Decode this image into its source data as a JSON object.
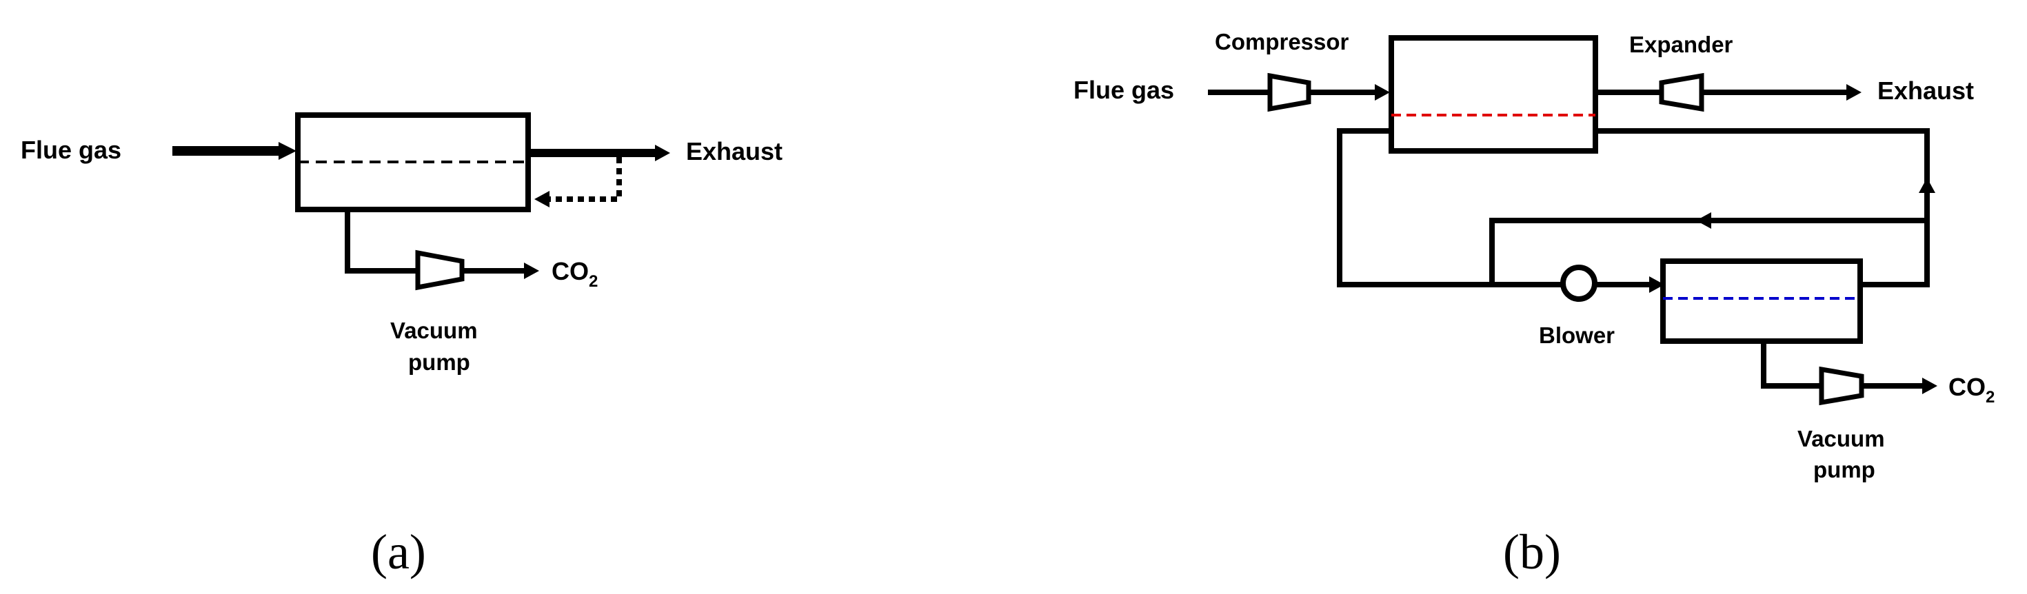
{
  "panels": [
    {
      "label": "(a)",
      "inputs": {
        "feed": "Flue gas"
      },
      "outputs": {
        "retentate": "Exhaust",
        "permeate": "CO",
        "permeate_sub": "2"
      },
      "equipment": {
        "pump": "Vacuum",
        "pump_line2": "pump"
      }
    },
    {
      "label": "(b)",
      "inputs": {
        "feed": "Flue gas"
      },
      "outputs": {
        "retentate": "Exhaust",
        "permeate": "CO",
        "permeate_sub": "2"
      },
      "equipment": {
        "compressor": "Compressor",
        "expander": "Expander",
        "blower": "Blower",
        "pump": "Vacuum",
        "pump_line2": "pump"
      }
    }
  ],
  "colors": {
    "stroke": "#000000",
    "membrane_a": "#000000",
    "membrane_b1": "#e00000",
    "membrane_b2": "#0000cc"
  }
}
